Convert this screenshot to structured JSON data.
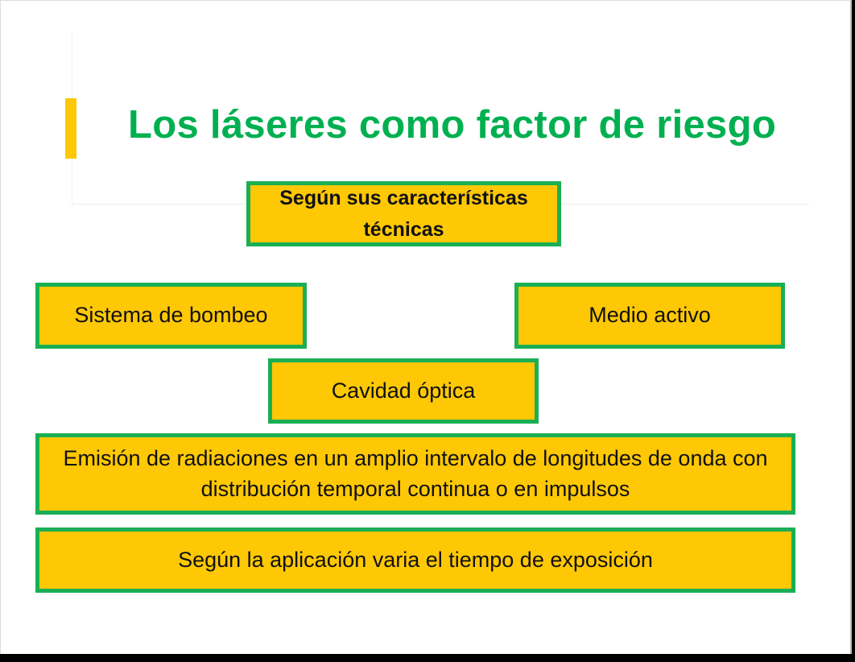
{
  "slide": {
    "title": "Los láseres como factor de riesgo",
    "header_box": "Según sus características técnicas",
    "boxes": {
      "pumping": "Sistema de bombeo",
      "active_medium": "Medio activo",
      "optical_cavity": "Cavidad óptica",
      "emission": "Emisión de radiaciones en un amplio intervalo de longitudes de onda con distribución temporal continua o en impulsos",
      "application": "Según la aplicación varia el tiempo de exposición"
    }
  }
}
